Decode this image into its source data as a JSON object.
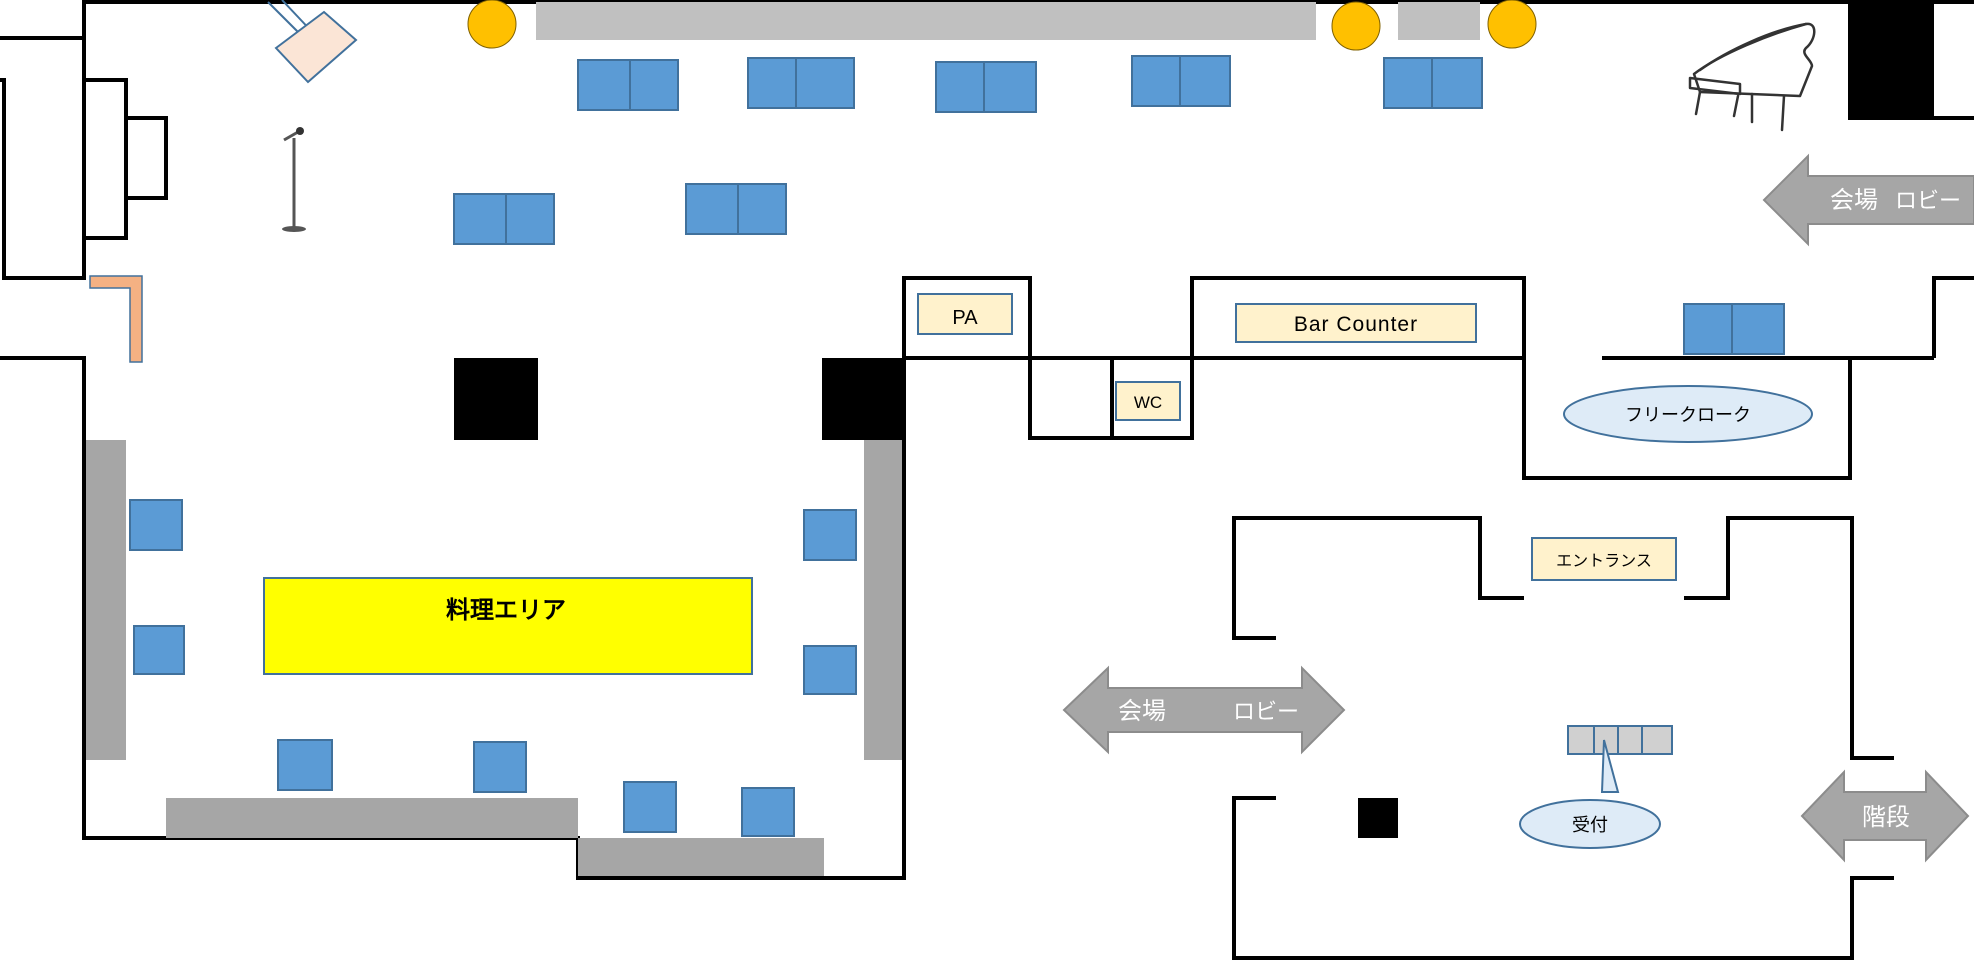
{
  "labels": {
    "pa": "PA",
    "bar_counter": "Bar Counter",
    "wc": "WC",
    "free_cloak": "フリークローク",
    "entrance": "エントランス",
    "food_area": "料理エリア",
    "reception": "受付",
    "stairs": "階段",
    "venue": "会場",
    "lobby": "ロビー"
  },
  "colors": {
    "wall": "#000000",
    "table_blue": "#5b9bd5",
    "table_border": "#41719c",
    "bench_gray": "#a6a6a6",
    "food_yellow": "#ffff00",
    "label_cream": "#fff2cc",
    "bubble_light_blue": "#deebf7",
    "light_orange": "#ffc000",
    "arrow_gray": "#a6a6a6",
    "salmon": "#f4b183",
    "lectern_peach": "#fbe5d6",
    "pillar": "#000000"
  },
  "icons": {
    "grand_piano": "grand-piano-icon",
    "microphone_stand": "microphone-stand-icon"
  }
}
